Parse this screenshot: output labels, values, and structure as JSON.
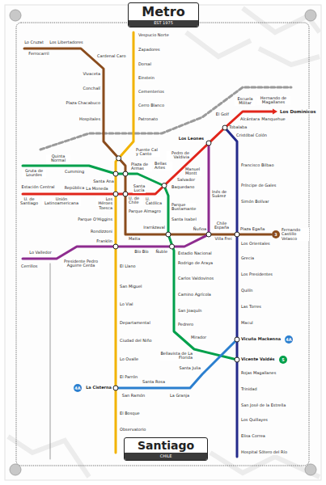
{
  "diagram": {
    "nodes": [
      {
        "text": [
          "Metro",
          "EST 1975"
        ]
      },
      {
        "text": [
          "Santiago",
          "CHILE"
        ]
      }
    ],
    "labels": [
      "Lo Cruzat",
      "Los Libertadores",
      "Ferrocarril",
      "Cardenal Caro",
      "Vivaceta",
      "Conchalí",
      "Plaza Chacabuco",
      "Hospitales",
      "Vespucio Norte",
      "Zapadores",
      "Dorsal",
      "Einstein",
      "Cementerios",
      "Cerro Blanco",
      "Patronato",
      "Puente Cal y Canto",
      "Gruta de Lourdes",
      "Quinta Normal",
      "Cumming",
      "Santa Ana",
      "Plaza de Armas",
      "Bellas Artes",
      "Estación Central",
      "U. de Santiago",
      "Unión Latinoamericana",
      "República",
      "La Moneda",
      "Los Héroes",
      "U. de Chile",
      "Santa Lucía",
      "U. Católica",
      "Baquedano",
      "Salvador",
      "Manuel Montt",
      "Pedro de Valdivia",
      "Los Leones",
      "Tobalaba",
      "El Golf",
      "Escuela Militar",
      "Alcántara",
      "Hernando de Magallanes",
      "Manquehue",
      "Los Dominicos",
      "Cristóbal Colón",
      "Francisco Bilbao",
      "Inés de Suárez",
      "Príncipe de Gales",
      "Simón Bolívar",
      "Parque Bustamante",
      "Parque Almagro",
      "Santa Isabel",
      "Toesca",
      "Parque O'Higgins",
      "Rondizzoni",
      "Irarrázaval",
      "Ñuñoa",
      "Chile España",
      "Plaza Egaña",
      "Fernando Castillo Velasco",
      "3",
      "Matta",
      "Franklin",
      "Villa Frei",
      "Los Orientales",
      "Lo Valledor",
      "Presidente Pedro Aguirre Cerda",
      "Cerrillos",
      "Bío Bío",
      "Ñuble",
      "Estadio Nacional",
      "Grecia",
      "Rodrigo de Araya",
      "El Llano",
      "Los Presidentes",
      "Carlos Valdovinos",
      "San Miguel",
      "Quilín",
      "Camino Agrícola",
      "Lo Vial",
      "Las Torres",
      "San Joaquín",
      "Departamental",
      "Macul",
      "Pedrero",
      "Mirador",
      "Vicuña Mackenna",
      "4A",
      "Ciudad del Niño",
      "Bellavista de La Florida",
      "Vicente Valdés",
      "5",
      "Lo Ovalle",
      "Santa Julia",
      "Rojas Magallanes",
      "El Parrón",
      "Santa Rosa",
      "La Cisterna",
      "4A",
      "Trinidad",
      "San Ramón",
      "La Granja",
      "San José de la Estrella",
      "El Bosque",
      "Los Quillayes",
      "Observatorio",
      "Elisa Correa",
      "Hospital Sótero del Río"
    ]
  }
}
